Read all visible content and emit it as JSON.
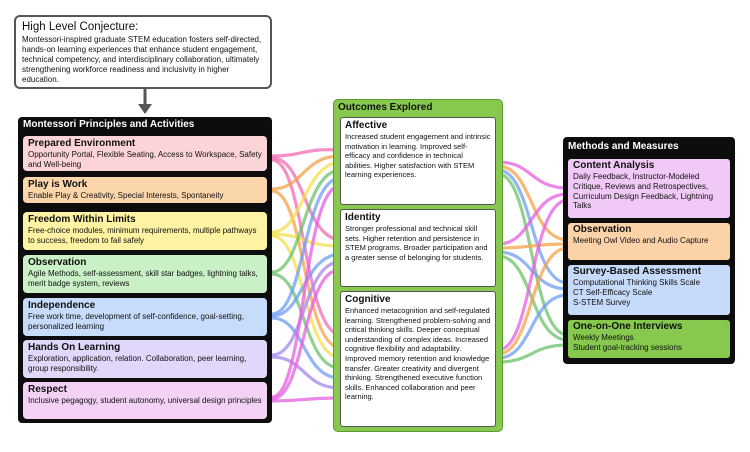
{
  "conjecture": {
    "title": "High Level Conjecture:",
    "body": "Montessori-inspired graduate STEM education fosters self-directed, hands-on learning experiences that enhance student engagement, technical competency, and interdisciplinary collaboration, ultimately strengthening workforce readiness and inclusivity in higher education."
  },
  "principles": {
    "title": "Montessori Principles and Activities",
    "items": [
      {
        "title": "Prepared Environment",
        "desc": "Opportunity Portal, Flexible Seating, Access to Workspace, Safety and Well-being",
        "color": "#fcd3d6"
      },
      {
        "title": "Play is Work",
        "desc": "Enable Play & Creativity, Special Interests, Spontaneity",
        "color": "#fbd6ab"
      },
      {
        "title": "Freedom Within Limits",
        "desc": "Free-choice modules, minimum requirements, multiple pathways to success, freedom to fail safely",
        "color": "#fdf3a2"
      },
      {
        "title": "Observation",
        "desc": "Agile Methods, self-assessment, skill star badges, lightning talks, merit badge system, reviews",
        "color": "#c9f0c6"
      },
      {
        "title": "Independence",
        "desc": "Free work time, development of self-confidence, goal-setting, personalized learning",
        "color": "#c7dcfa"
      },
      {
        "title": "Hands On Learning",
        "desc": "Exploration, application, relation. Collaboration, peer learning, group responsibility.",
        "color": "#e0d7fb"
      },
      {
        "title": "Respect",
        "desc": "Inclusive pegagogy, student autonomy, universal design principles",
        "color": "#f4d2f6"
      }
    ]
  },
  "outcomes": {
    "title": "Outcomes Explored",
    "items": [
      {
        "title": "Affective",
        "desc": "Increased student engagement and intrinsic motivation in learning. Improved self-efficacy and confidence in technical abilities. Higher satisfaction with STEM learning experiences."
      },
      {
        "title": "Identity",
        "desc": "Stronger professional and technical skill sets. Higher retention and persistence in STEM programs. Broader participation and a greater sense of belonging for students."
      },
      {
        "title": "Cognitive",
        "desc": "Enhanced metacognition and self-regulated learning. Strengthened problem-solving and critical thinking skills. Deeper conceptual understanding of complex ideas. Increased cognitive flexibility and adaptability. Improved memory retention and knowledge transfer. Greater creativity and divergent thinking. Strengthened executive function skills. Enhanced collaboration and peer learning."
      }
    ]
  },
  "methods": {
    "title": "Methods and Measures",
    "items": [
      {
        "title": "Content Analysis",
        "desc": "Daily Feedback, Instructor-Modeled Critique, Reviews and Retrospectives, Curriculum Design Feedback, Lightning Talks",
        "color": "#f1c9f6"
      },
      {
        "title": "Observation",
        "desc": "Meeting Owl Video and Audio Capture",
        "color": "#fcd3a8"
      },
      {
        "title": "Survey-Based Assessment",
        "desc": "Computational Thinking Skills Scale\nCT Self-Efficacy Scale\nS-STEM Survey",
        "color": "#c6daf9"
      },
      {
        "title": "One-on-One Interviews",
        "desc": "Weekly Meetings\nStudent goal-tracking sessions",
        "color": "#86c94e"
      }
    ]
  },
  "colors": {
    "panel_bg": "#0d0d0d",
    "outcomes_bg": "#87c94f",
    "flow_pink": "#f06bb1",
    "flow_orange": "#f6a24a",
    "flow_yellow": "#f3e04b",
    "flow_green": "#6cc26a",
    "flow_blue": "#6f9df0",
    "flow_purple": "#a487ef",
    "flow_magenta": "#e45fe0"
  }
}
